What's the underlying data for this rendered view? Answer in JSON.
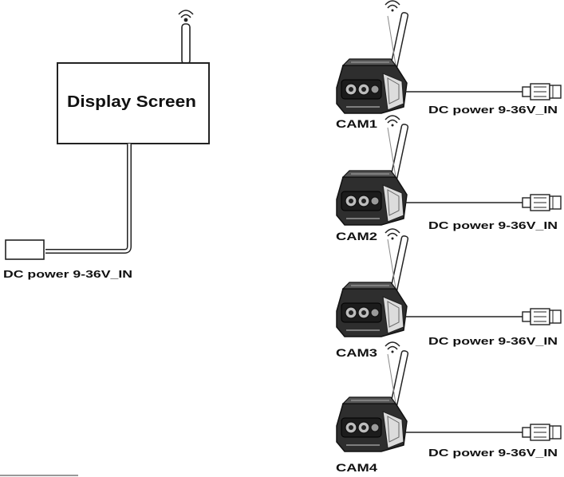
{
  "display": {
    "title": "Display Screen",
    "power_label": "DC power 9-36V_IN"
  },
  "cameras": [
    {
      "name": "CAM1",
      "power_label": "DC power 9-36V_IN"
    },
    {
      "name": "CAM2",
      "power_label": "DC power 9-36V_IN"
    },
    {
      "name": "CAM3",
      "power_label": "DC power 9-36V_IN"
    },
    {
      "name": "CAM4",
      "power_label": "DC power 9-36V_IN"
    }
  ],
  "icons": {
    "antenna": "antenna-icon",
    "wireless_signal": "wireless-signal-icon",
    "camera": "camera-icon",
    "power_connector": "power-connector-icon"
  },
  "colors": {
    "line": "#222222",
    "cable_fill": "#ffffff",
    "camera_dark": "#3a3a3a",
    "camera_mid": "#8a8a8a",
    "camera_light": "#d0d0d0"
  }
}
